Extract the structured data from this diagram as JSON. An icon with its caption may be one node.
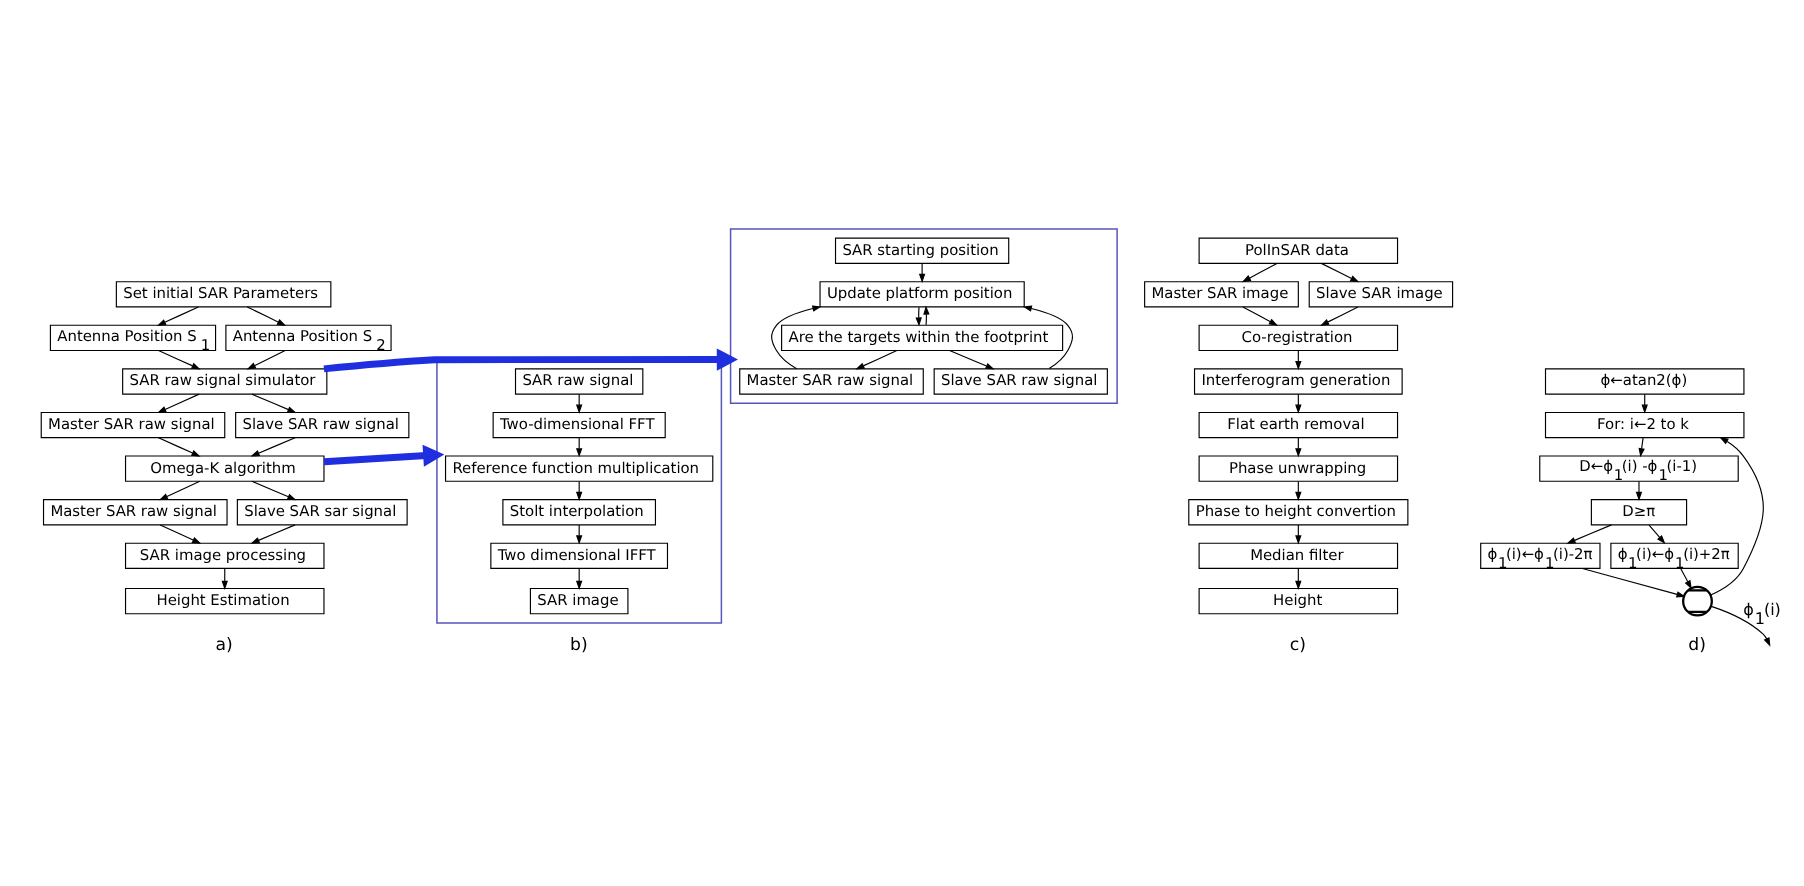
{
  "diagram": {
    "nodes": [
      {
        "text": [
          "Set initial SAR Parameters"
        ]
      },
      {
        "text": [
          "Antenna Position S$_{1}$"
        ]
      },
      {
        "text": [
          "Antenna Position S$_{2}$"
        ]
      },
      {
        "text": [
          "SAR raw signal simulator"
        ]
      },
      {
        "text": [
          "Master SAR raw signal"
        ]
      },
      {
        "text": [
          "Slave SAR raw signal"
        ]
      },
      {
        "text": [
          "Omega-K algorithm"
        ]
      },
      {
        "text": [
          "Master SAR raw signal"
        ]
      },
      {
        "text": [
          "Slave SAR sar signal"
        ]
      },
      {
        "text": [
          "SAR image processing"
        ]
      },
      {
        "text": [
          "Height Estimation"
        ]
      },
      {
        "text": [],
        "shape": "box"
      },
      {
        "text": [
          "SAR starting position"
        ],
        "in": 11
      },
      {
        "text": [
          "Update platform position"
        ],
        "in": 11
      },
      {
        "text": [
          "Are the targets within the footprint"
        ],
        "in": 11
      },
      {
        "text": [
          "Master SAR raw signal"
        ],
        "in": 11
      },
      {
        "text": [
          "Slave SAR raw signal"
        ],
        "in": 11
      },
      {
        "text": [],
        "shape": "box"
      },
      {
        "text": [
          "SAR raw signal"
        ],
        "in": 17
      },
      {
        "text": [
          "Two-dimensional FFT"
        ],
        "in": 17
      },
      {
        "text": [
          "Reference function multiplication"
        ],
        "in": 17
      },
      {
        "text": [
          "Stolt interpolation"
        ],
        "in": 17
      },
      {
        "text": [
          "Two dimensional IFFT"
        ],
        "in": 17
      },
      {
        "text": [
          "SAR image"
        ],
        "in": 17
      },
      {
        "text": [
          "PolInSAR data"
        ]
      },
      {
        "text": [
          "Master SAR image"
        ]
      },
      {
        "text": [
          "Slave SAR image"
        ]
      },
      {
        "text": [
          "Co-registration"
        ]
      },
      {
        "text": [
          "Interferogram generation"
        ]
      },
      {
        "text": [
          "Flat earth removal"
        ]
      },
      {
        "text": [
          "Phase unwrapping"
        ]
      },
      {
        "text": [
          "Phase to height convertion"
        ]
      },
      {
        "text": [
          "Median filter"
        ]
      },
      {
        "text": [
          "Height"
        ]
      },
      {
        "text": [
          "ϕ←atan2(ϕ)"
        ]
      },
      {
        "text": [
          "For: i←2 to k"
        ]
      },
      {
        "text": [
          "D←ϕ$_{1}$(i) -ϕ$_{1}$(i-1)"
        ]
      },
      {
        "text": [
          "D≥π"
        ]
      },
      {
        "text": [
          "ϕ$_{1}$(i)←ϕ$_{1}$(i)-2π"
        ]
      },
      {
        "text": [
          "ϕ$_{1}$(i)←ϕ$_{1}$(i)+2π"
        ]
      },
      {
        "text": [],
        "shape": "circle"
      }
    ],
    "edges": [
      {
        "from": 0,
        "to": 1,
        "arrow": "to"
      },
      {
        "from": 0,
        "to": 2,
        "arrow": "to"
      },
      {
        "from": 1,
        "to": 3,
        "arrow": "to"
      },
      {
        "from": 2,
        "to": 3,
        "arrow": "to"
      },
      {
        "from": 3,
        "to": 4,
        "arrow": "to"
      },
      {
        "from": 3,
        "to": 5,
        "arrow": "to"
      },
      {
        "from": 4,
        "to": 6,
        "arrow": "to"
      },
      {
        "from": 5,
        "to": 6,
        "arrow": "to"
      },
      {
        "from": 6,
        "to": 7,
        "arrow": "to"
      },
      {
        "from": 6,
        "to": 8,
        "arrow": "to"
      },
      {
        "from": 7,
        "to": 9,
        "arrow": "to"
      },
      {
        "from": 8,
        "to": 9,
        "arrow": "to"
      },
      {
        "from": 9,
        "to": 10,
        "arrow": "to"
      },
      {
        "from": 3,
        "to": 11,
        "arrow": "to",
        "style": "thick",
        "color": "#1f2fe0"
      },
      {
        "from": 6,
        "to": 17,
        "arrow": "to",
        "style": "thick",
        "color": "#1f2fe0"
      },
      {
        "from": 12,
        "to": 13,
        "arrow": "to"
      },
      {
        "from": 13,
        "to": 14,
        "arrow": "to"
      },
      {
        "from": 14,
        "to": 15,
        "arrow": "to"
      },
      {
        "from": 14,
        "to": 16,
        "arrow": "to"
      },
      {
        "from": 14,
        "to": 13,
        "arrow": "to"
      },
      {
        "from": 15,
        "to": 13,
        "arrow": "to"
      },
      {
        "from": 16,
        "to": 13,
        "arrow": "to"
      },
      {
        "from": 18,
        "to": 19,
        "arrow": "to"
      },
      {
        "from": 19,
        "to": 20,
        "arrow": "to"
      },
      {
        "from": 20,
        "to": 21,
        "arrow": "to"
      },
      {
        "from": 21,
        "to": 22,
        "arrow": "to"
      },
      {
        "from": 22,
        "to": 23,
        "arrow": "to"
      },
      {
        "from": 24,
        "to": 25,
        "arrow": "to"
      },
      {
        "from": 24,
        "to": 26,
        "arrow": "to"
      },
      {
        "from": 25,
        "to": 27,
        "arrow": "to"
      },
      {
        "from": 26,
        "to": 27,
        "arrow": "to"
      },
      {
        "from": 27,
        "to": 28,
        "arrow": "to"
      },
      {
        "from": 28,
        "to": 29,
        "arrow": "to"
      },
      {
        "from": 29,
        "to": 30,
        "arrow": "to"
      },
      {
        "from": 30,
        "to": 31,
        "arrow": "to"
      },
      {
        "from": 31,
        "to": 32,
        "arrow": "to"
      },
      {
        "from": 32,
        "to": 33,
        "arrow": "to"
      },
      {
        "from": 34,
        "to": 35,
        "arrow": "to"
      },
      {
        "from": 35,
        "to": 36,
        "arrow": "to"
      },
      {
        "from": 36,
        "to": 37,
        "arrow": "to"
      },
      {
        "from": 37,
        "to": 38,
        "arrow": "to"
      },
      {
        "from": 37,
        "to": 39,
        "arrow": "to"
      },
      {
        "from": 38,
        "to": 40,
        "arrow": "to"
      },
      {
        "from": 39,
        "to": 40,
        "arrow": "to"
      },
      {
        "from": 40,
        "to": null,
        "arrow": "to",
        "label": "ϕ$_{1}$(i)"
      },
      {
        "from": 40,
        "to": 35,
        "arrow": "to"
      }
    ],
    "labels": [
      "a)",
      "b)",
      "c)",
      "d)"
    ]
  }
}
